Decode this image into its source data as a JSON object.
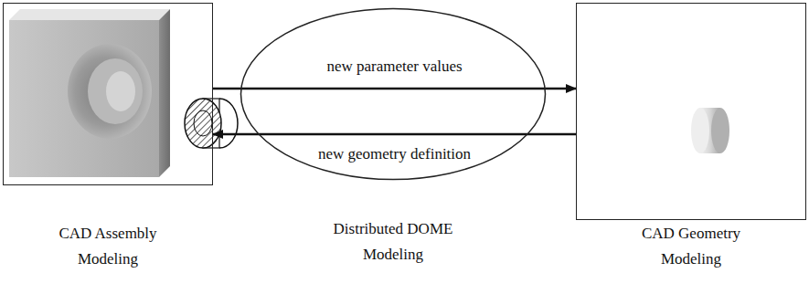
{
  "diagram": {
    "nodes": [
      {
        "text": [
          "CAD Assembly Modeling"
        ]
      },
      {
        "text": [
          "Distributed DOME Modeling"
        ]
      },
      {
        "text": [
          "CAD Geometry Modeling"
        ]
      }
    ],
    "edges": [
      {
        "from": 0,
        "to": 2,
        "label": "new parameter values",
        "arrow": "to"
      },
      {
        "from": 2,
        "to": 0,
        "label": "new geometry definition",
        "arrow": "to"
      }
    ]
  }
}
